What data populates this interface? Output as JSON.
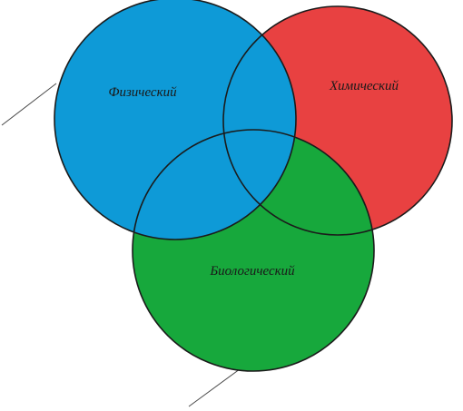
{
  "diagram": {
    "type": "venn",
    "circles": [
      {
        "id": "physical",
        "label": "Физический",
        "color": "#0e9ad7"
      },
      {
        "id": "chemical",
        "label": "Химический",
        "color": "#e84141"
      },
      {
        "id": "biological",
        "label": "Биологический",
        "color": "#17a83c"
      }
    ]
  }
}
